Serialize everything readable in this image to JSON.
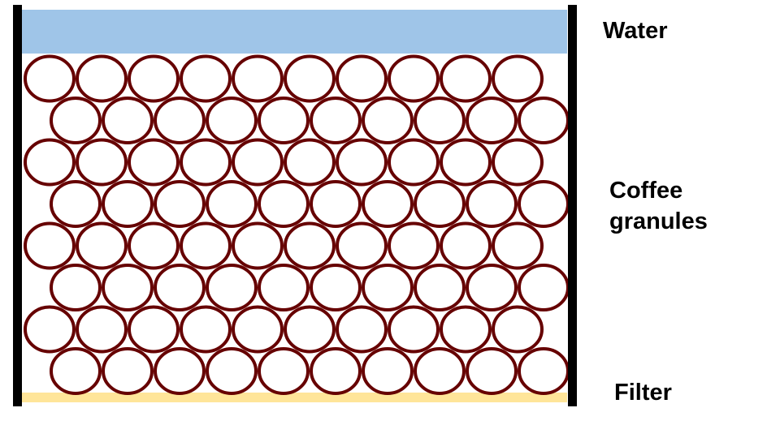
{
  "labels": {
    "water": "Water",
    "coffee_line1": "Coffee",
    "coffee_line2": "granules",
    "filter": "Filter"
  },
  "colors": {
    "water": "#9fc5e8",
    "filter": "#ffe599",
    "granule_stroke": "#660000",
    "granule_fill": "#ffffff",
    "wall": "#000000"
  },
  "granules": {
    "rows": 8,
    "per_row": 10
  }
}
